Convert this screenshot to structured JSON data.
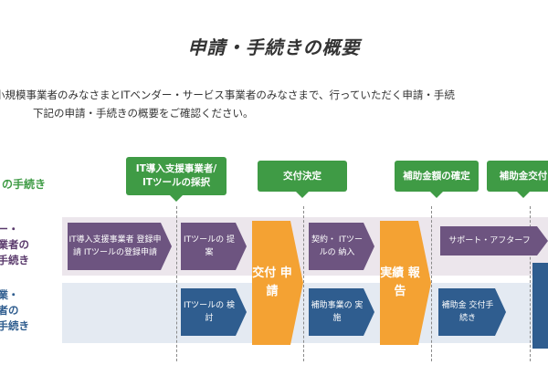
{
  "header": {
    "title": "申請・手続きの概要",
    "intro_line1": "小規模事業者のみなさまとITベンダー・サービス事業者のみなさまで、行っていただく申請・手続",
    "intro_line2": "下記の申請・手続きの概要をご確認ください。"
  },
  "rows": {
    "header_label": "の手続き",
    "vendor_label": [
      "ダー・",
      "事業者の",
      "の手続き"
    ],
    "user_label": [
      "企業・",
      "業者の",
      "の手続き"
    ]
  },
  "milestones": [
    {
      "label": "IT導入支援事業者/ ITツールの採択"
    },
    {
      "label": "交付決定"
    },
    {
      "label": "補助金額の確定"
    },
    {
      "label": "補助金交付"
    }
  ],
  "vendor_steps": [
    {
      "label": "IT導入支援事業者 登録申請 ITツールの登録申請"
    },
    {
      "label": "ITツールの 提案"
    },
    {
      "label": "契約・ ITツールの 納入"
    },
    {
      "label": "サポート・アフターフ"
    }
  ],
  "user_steps": [
    {
      "label": "ITツールの 検討"
    },
    {
      "label": "補助事業の 実施"
    },
    {
      "label": "補助金 交付手続き"
    }
  ],
  "shared_steps": [
    {
      "label": "交付 申請"
    },
    {
      "label": "実績 報告"
    }
  ],
  "colors": {
    "milestone_green": "#3f9b45",
    "vendor_purple": "#6d5480",
    "user_blue": "#2f5d8f",
    "shared_orange": "#f4a233",
    "vendor_band": "#ece6ec",
    "user_band": "#e4eaf2"
  }
}
